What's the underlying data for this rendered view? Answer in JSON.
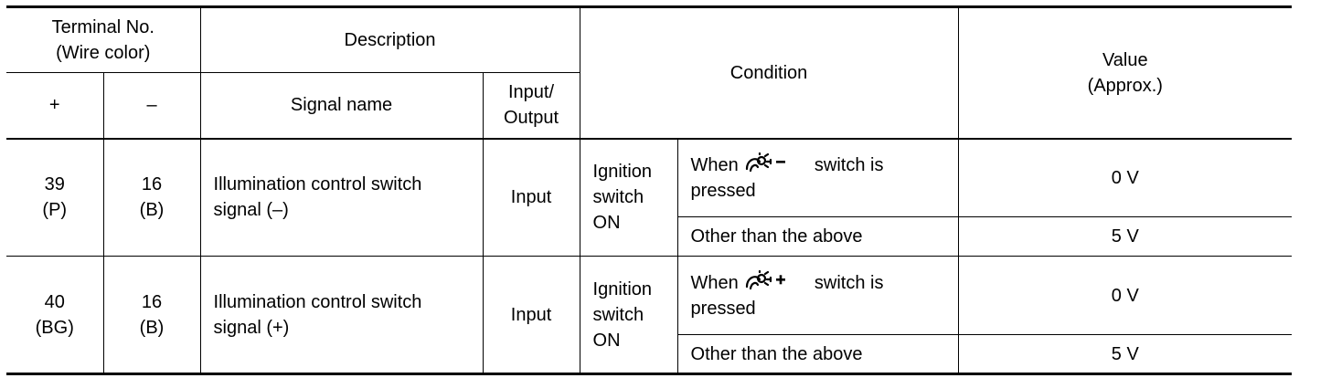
{
  "header": {
    "terminal_no": "Terminal No.",
    "wire_color": "(Wire color)",
    "description": "Description",
    "condition": "Condition",
    "value": "Value",
    "value_approx": "(Approx.)",
    "plus": "+",
    "minus": "–",
    "signal_name": "Signal name",
    "input_output_1": "Input/",
    "input_output_2": "Output"
  },
  "rows": [
    {
      "plus_terminal": "39",
      "plus_color": "(P)",
      "minus_terminal": "16",
      "minus_color": "(B)",
      "signal_line1": "Illumination control switch",
      "signal_line2": "signal (–)",
      "io": "Input",
      "cond_1": "Ignition",
      "cond_2": "switch",
      "cond_3": "ON",
      "sub1_when": "When",
      "sub1_switch": "switch is",
      "sub1_pressed": "pressed",
      "sub1_value": "0 V",
      "sub2_text": "Other than the above",
      "sub2_value": "5 V",
      "icon": "illumination-dimmer-minus-icon"
    },
    {
      "plus_terminal": "40",
      "plus_color": "(BG)",
      "minus_terminal": "16",
      "minus_color": "(B)",
      "signal_line1": "Illumination control switch",
      "signal_line2": "signal (+)",
      "io": "Input",
      "cond_1": "Ignition",
      "cond_2": "switch",
      "cond_3": "ON",
      "sub1_when": "When",
      "sub1_switch": "switch is",
      "sub1_pressed": "pressed",
      "sub1_value": "0 V",
      "sub2_text": "Other than the above",
      "sub2_value": "5 V",
      "icon": "illumination-dimmer-plus-icon"
    }
  ]
}
